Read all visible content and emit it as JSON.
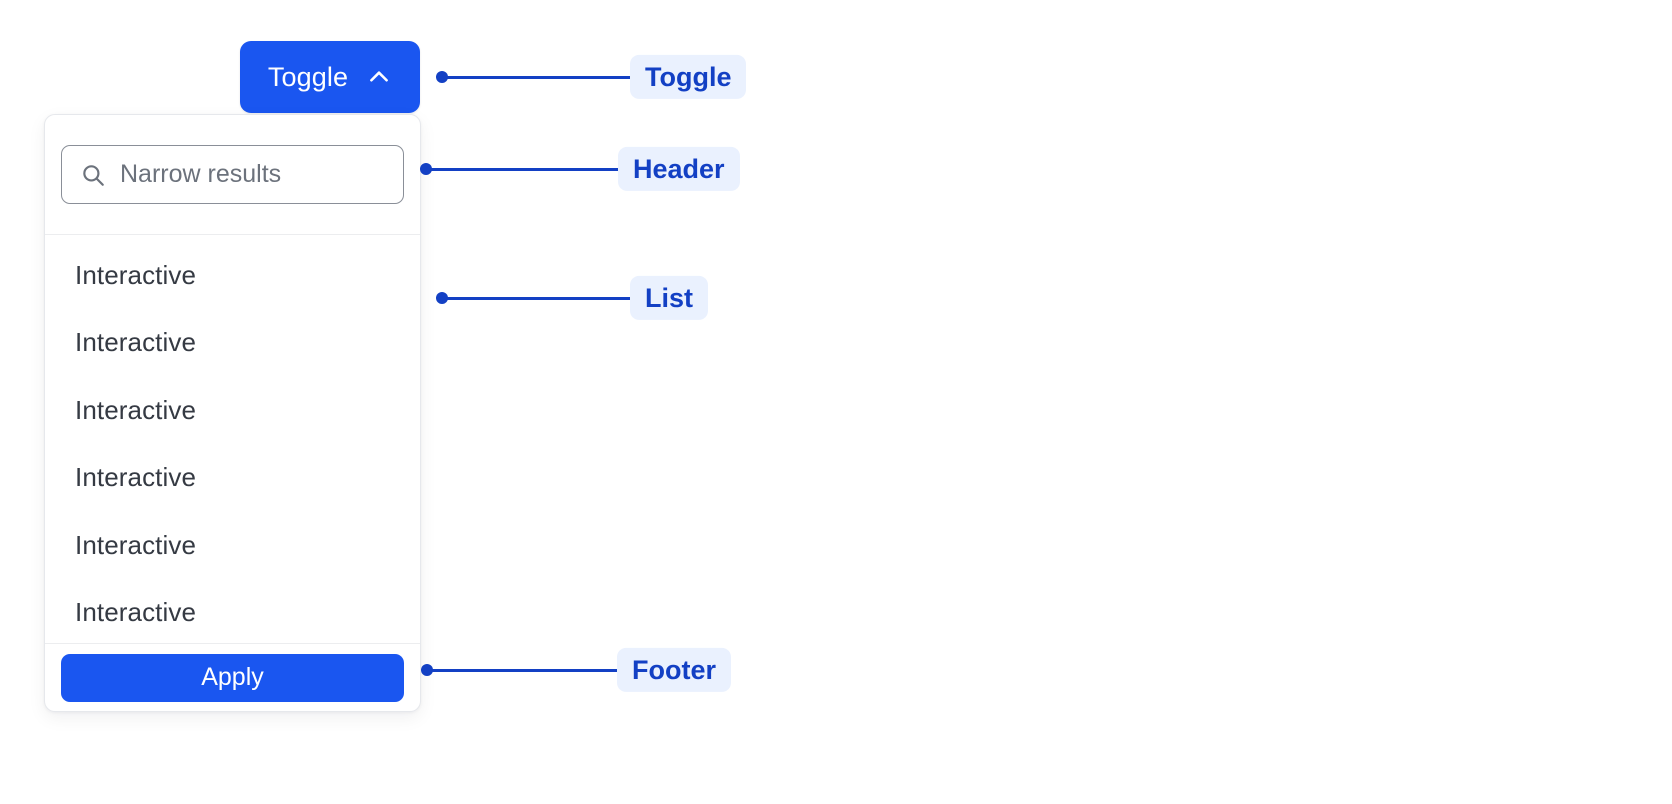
{
  "toggle": {
    "label": "Toggle",
    "icon": "chevron-up-icon",
    "expanded": true,
    "background_color": "#1A56F0",
    "text_color": "#FFFFFF"
  },
  "panel": {
    "header": {
      "search": {
        "icon": "search-icon",
        "placeholder": "Narrow results",
        "value": ""
      }
    },
    "list": {
      "items": [
        {
          "label": "Interactive"
        },
        {
          "label": "Interactive"
        },
        {
          "label": "Interactive"
        },
        {
          "label": "Interactive"
        },
        {
          "label": "Interactive"
        },
        {
          "label": "Interactive"
        }
      ]
    },
    "footer": {
      "apply_label": "Apply",
      "apply_background_color": "#1A56F0",
      "apply_text_color": "#FFFFFF"
    },
    "background_color": "#FFFFFF",
    "border_color": "#E6E8EC"
  },
  "annotations": {
    "accent_color": "#1340C4",
    "pill_background_color": "#EAF1FE",
    "items": [
      {
        "label": "Toggle"
      },
      {
        "label": "Header"
      },
      {
        "label": "List"
      },
      {
        "label": "Footer"
      }
    ]
  }
}
